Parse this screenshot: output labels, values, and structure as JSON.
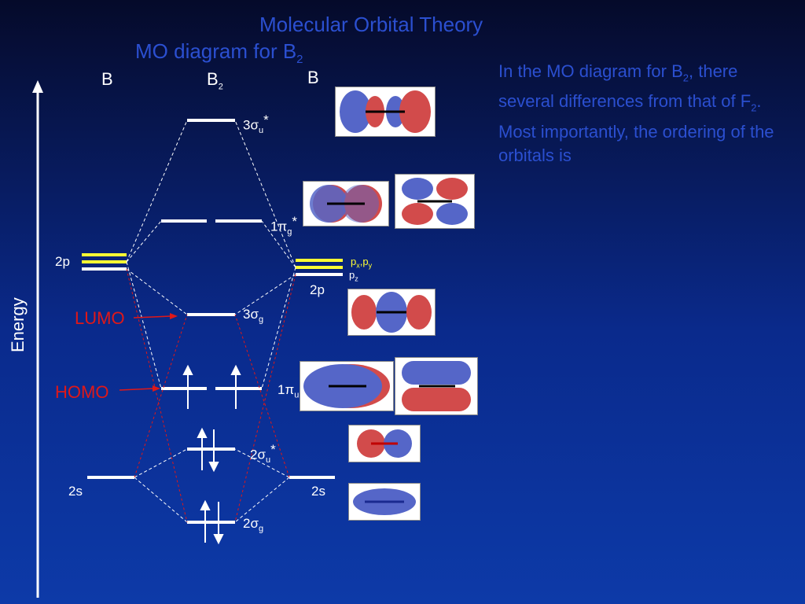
{
  "title": "Molecular Orbital Theory",
  "subtitle_main": "MO diagram for B",
  "subtitle_sub": "2",
  "axis_label": "Energy",
  "atoms": {
    "left": "B",
    "mid_main": "B",
    "mid_sub": "2",
    "right": "B"
  },
  "atomic_levels": {
    "left_2p": "2p",
    "right_2p": "2p",
    "left_2s": "2s",
    "right_2s": "2s",
    "pxpy_p1": "p",
    "pxpy_x": "x",
    "pxpy_comma": ",p",
    "pxpy_y": "y",
    "pz_p": "p",
    "pz_z": "z"
  },
  "mo_levels": {
    "l3su_pre": "3σ",
    "l3su_sub": "u",
    "l3su_star": "*",
    "l1pg_pre": "1π",
    "l1pg_sub": "g",
    "l1pg_star": "*",
    "l3sg_pre": "3σ",
    "l3sg_sub": "g",
    "l1pu_pre": "1π",
    "l1pu_sub": "u",
    "l2su_pre": "2σ",
    "l2su_sub": "u",
    "l2su_star": "*",
    "l2sg_pre": "2σ",
    "l2sg_sub": "g"
  },
  "markers": {
    "lumo": "LUMO",
    "homo": "HOMO"
  },
  "paragraph": {
    "t1": "In the MO diagram for B",
    "s1": "2",
    "t2": ", there several differences from that of F",
    "s2": "2",
    "t3": ".  Most importantly, the ordering of the orbitals is"
  },
  "colors": {
    "title": "#2b4fd0",
    "level": "#ffffff",
    "p_yellow": "#ffff33",
    "red_marker": "#e01818",
    "lobe_red": "#d24b4b",
    "lobe_blue": "#5566c8"
  }
}
